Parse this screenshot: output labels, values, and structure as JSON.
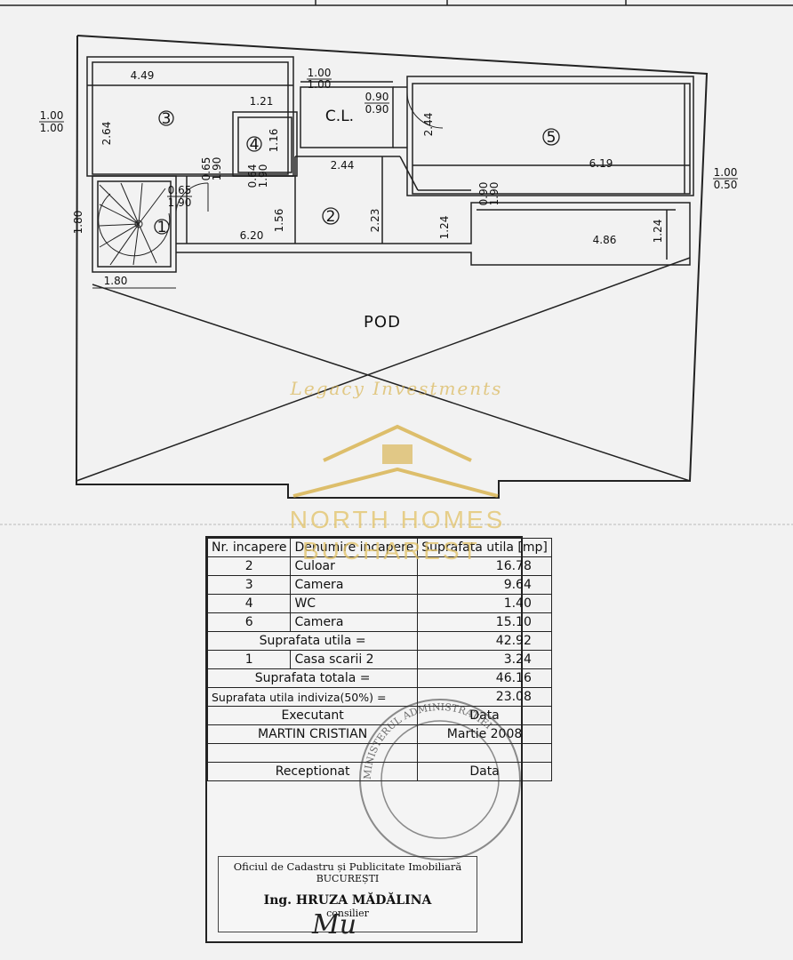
{
  "plan": {
    "attic_label": "POD",
    "rooms": {
      "r1": "1",
      "r2": "2",
      "r3": "3",
      "r4": "4",
      "r5": "5",
      "stair_core": "C.L."
    },
    "dimensions": {
      "d_449": "4.49",
      "d_264": "2.64",
      "d_100a": "1.00",
      "d_100a2": "1.00",
      "d_100b": "1.00",
      "d_100b2": "1.00",
      "d_121": "1.21",
      "d_116": "1.16",
      "d_090a": "0.90",
      "d_090a2": "0.90",
      "d_244a": "2.44",
      "d_244b": "2.44",
      "d_065a": "0.65",
      "d_190a": "1.90",
      "d_065b": "0.65",
      "d_190b": "1.90",
      "d_064": "0.64",
      "d_190c": "1.90",
      "d_619": "6.19",
      "d_100c": "1.00",
      "d_050": "0.50",
      "d_090b": "0.90",
      "d_190d": "1.90",
      "d_180v": "1.80",
      "d_620": "6.20",
      "d_156": "1.56",
      "d_223": "2.23",
      "d_124a": "1.24",
      "d_486": "4.86",
      "d_124b": "1.24",
      "d_180h": "1.80"
    }
  },
  "watermark": {
    "script": "Legacy Investments",
    "line1": "NORTH HOMES",
    "line2": "BUCHAREST"
  },
  "table": {
    "header": {
      "col1": "Nr. incapere",
      "col2": "Denumire incapere",
      "col3": "Suprafata utila [mp]"
    },
    "rows": [
      {
        "nr": "2",
        "name": "Culoar",
        "area": "16.78"
      },
      {
        "nr": "3",
        "name": "Camera",
        "area": "9.64"
      },
      {
        "nr": "4",
        "name": "WC",
        "area": "1.40"
      },
      {
        "nr": "6",
        "name": "Camera",
        "area": "15.10"
      }
    ],
    "util_label": "Suprafata utila =",
    "util_value": "42.92",
    "stair_nr": "1",
    "stair_name": "Casa scarii 2",
    "stair_value": "3.24",
    "total_label": "Suprafata totala =",
    "total_value": "46.16",
    "indiviz_label": "Suprafata utila indiviza(50%) =",
    "indiviz_value": "23.08",
    "exec_label": "Executant",
    "exec_date_label": "Data",
    "exec_name": "MARTIN CRISTIAN",
    "exec_date": "Martie 2008",
    "recv_label": "Receptionat",
    "recv_date_label": "Data"
  },
  "stamp": {
    "line1": "Oficiul de Cadastru și Publicitate Imobiliară",
    "line2": "BUCUREȘTI",
    "line3": "Ing. HRUZA MĂDĂLINA",
    "line4": "consilier",
    "signature": "Mu"
  },
  "round_stamp": {
    "text": "MINISTERUL ADMINISTRATIEI"
  }
}
